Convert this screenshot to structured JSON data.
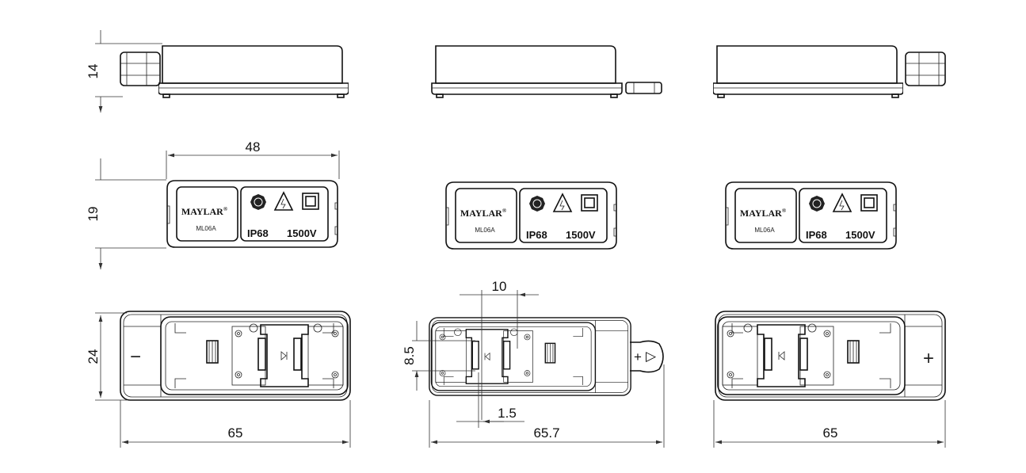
{
  "dimensions": {
    "height_side": "14",
    "width_label": "48",
    "height_label": "19",
    "height_bottom": "24",
    "length_left": "65",
    "length_middle": "65.7",
    "length_right": "65",
    "pin_spacing": "10",
    "pin_height": "8.5",
    "pin_width": "1.5"
  },
  "labels": [
    {
      "brand": "MAYLAR",
      "reg": "®",
      "model": "ML06A",
      "ip": "IP68",
      "voltage": "1500V"
    },
    {
      "brand": "MAYLAR",
      "reg": "®",
      "model": "ML06A",
      "ip": "IP68",
      "voltage": "1500V"
    },
    {
      "brand": "MAYLAR",
      "reg": "®",
      "model": "ML06A",
      "ip": "IP68",
      "voltage": "1500V"
    }
  ],
  "polarity": {
    "negative": "−",
    "positive": "+",
    "tab_plus": "+",
    "tab_arrow": "▷"
  }
}
